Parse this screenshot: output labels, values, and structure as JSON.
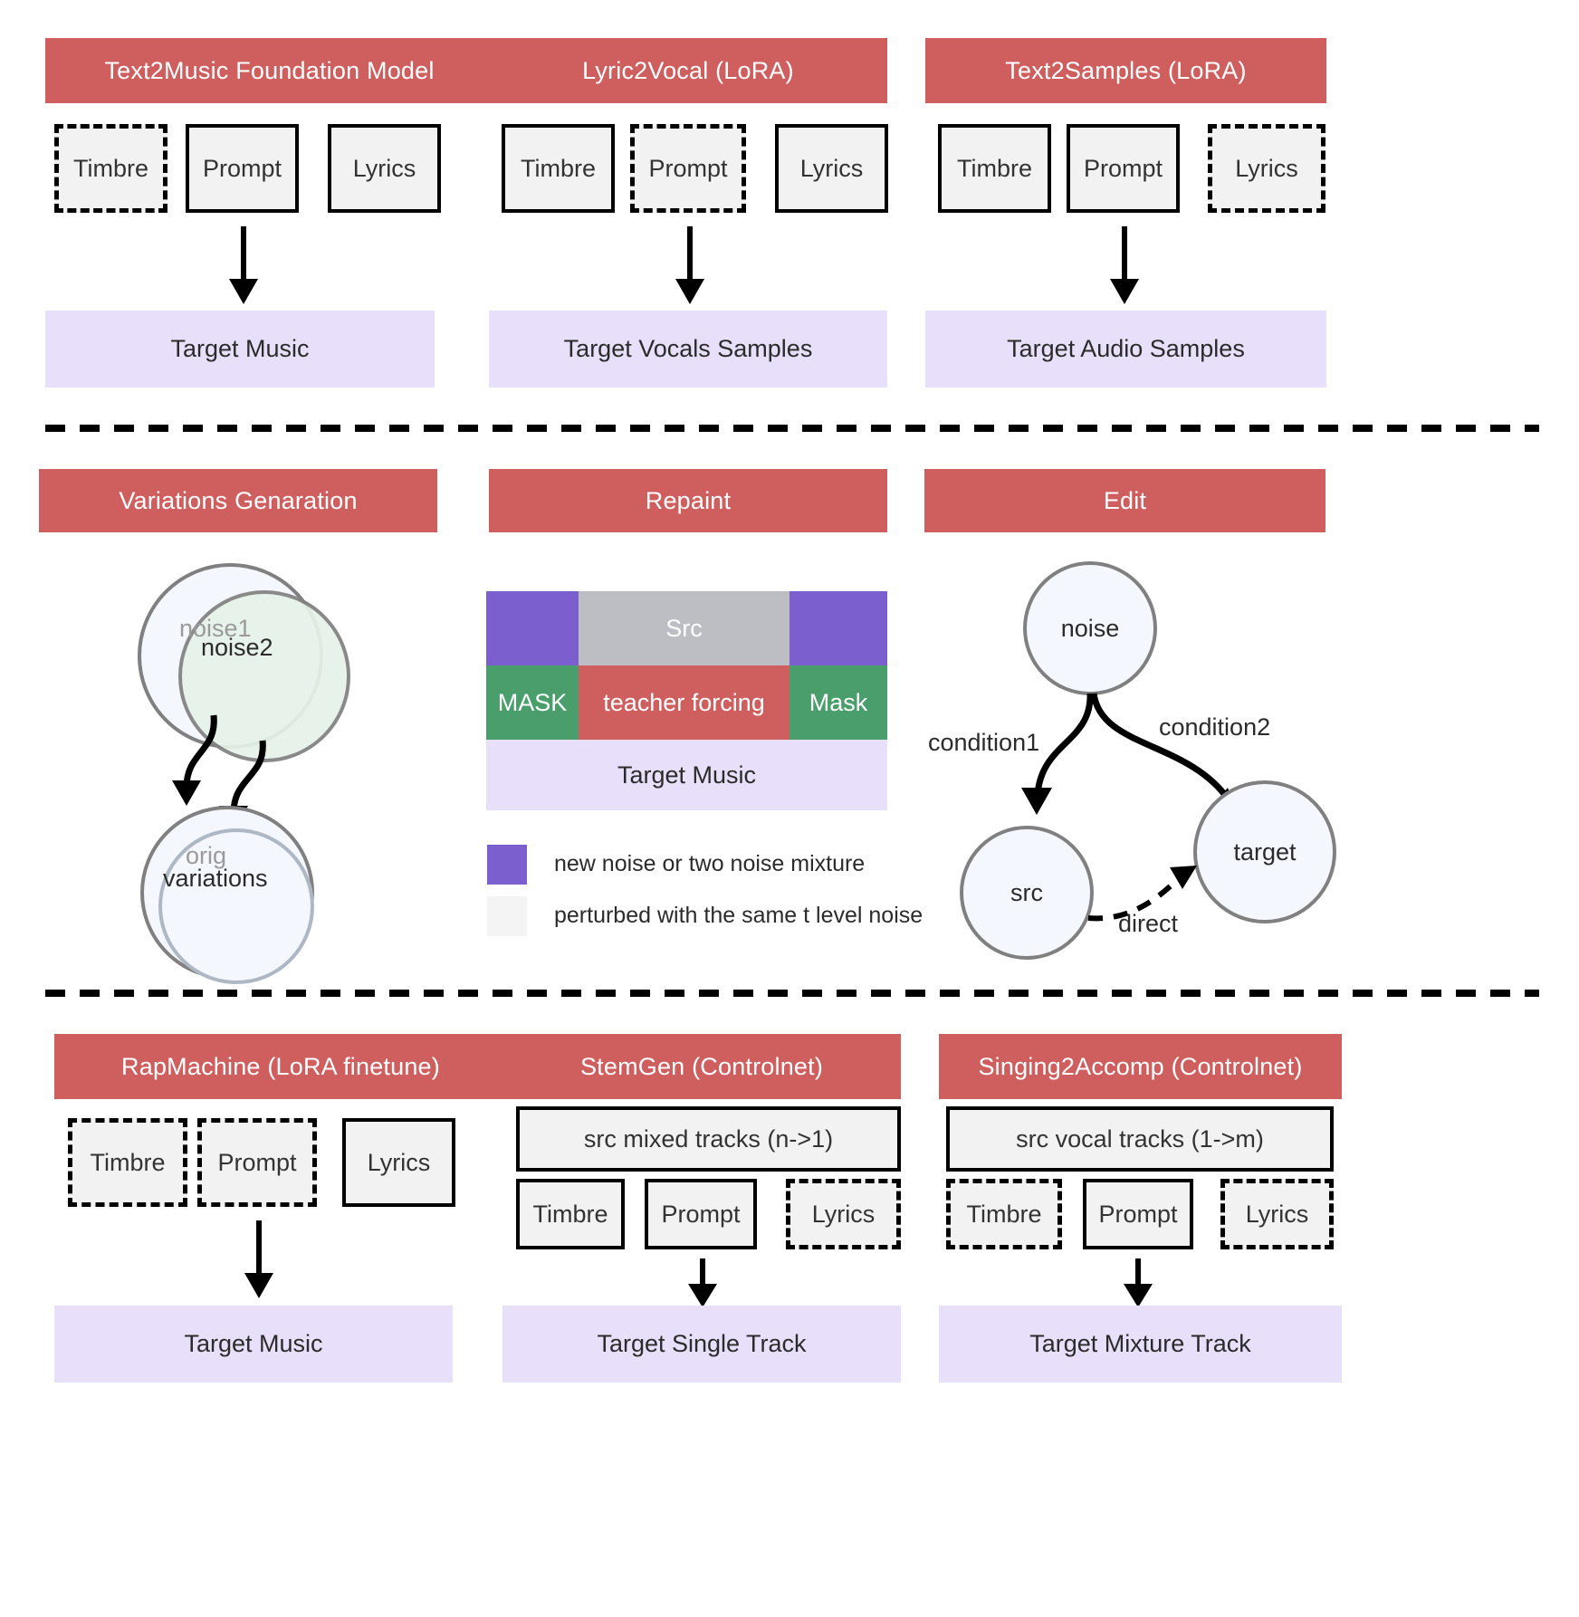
{
  "sections": {
    "text2music": {
      "title": "Text2Music Foundation Model",
      "inputs": [
        {
          "label": "Timbre",
          "style": "dashed"
        },
        {
          "label": "Prompt",
          "style": "solid"
        },
        {
          "label": "Lyrics",
          "style": "solid"
        }
      ],
      "target": "Target Music"
    },
    "lyric2vocal": {
      "title": "Lyric2Vocal (LoRA)",
      "inputs": [
        {
          "label": "Timbre",
          "style": "solid"
        },
        {
          "label": "Prompt",
          "style": "dashed"
        },
        {
          "label": "Lyrics",
          "style": "solid"
        }
      ],
      "target": "Target Vocals Samples"
    },
    "text2samples": {
      "title": "Text2Samples (LoRA)",
      "inputs": [
        {
          "label": "Timbre",
          "style": "solid"
        },
        {
          "label": "Prompt",
          "style": "solid"
        },
        {
          "label": "Lyrics",
          "style": "dashed"
        }
      ],
      "target": "Target Audio Samples"
    },
    "variations": {
      "title": "Variations Genaration",
      "circle_noise1": "noise1",
      "circle_noise2": "noise2",
      "circle_orig": "orig",
      "circle_variations": "variations"
    },
    "repaint": {
      "title": "Repaint",
      "row1": [
        "",
        "Src",
        ""
      ],
      "row2": [
        "MASK",
        "teacher forcing",
        "Mask"
      ],
      "target": "Target Music",
      "legend": [
        {
          "color": "#7b5fcf",
          "text": "new noise or two noise mixture"
        },
        {
          "color": "#f2f2f2",
          "text": "perturbed with the same t level noise"
        }
      ]
    },
    "edit": {
      "title": "Edit",
      "node_noise": "noise",
      "node_src": "src",
      "node_target": "target",
      "edge_condition1": "condition1",
      "edge_condition2": "condition2",
      "edge_direct": "direct"
    },
    "rapmachine": {
      "title": "RapMachine (LoRA finetune)",
      "inputs": [
        {
          "label": "Timbre",
          "style": "dashed"
        },
        {
          "label": "Prompt",
          "style": "dashed"
        },
        {
          "label": "Lyrics",
          "style": "solid"
        }
      ],
      "target": "Target Music"
    },
    "stemgen": {
      "title": "StemGen (Controlnet)",
      "src_track": "src mixed tracks (n->1)",
      "inputs": [
        {
          "label": "Timbre",
          "style": "solid"
        },
        {
          "label": "Prompt",
          "style": "solid"
        },
        {
          "label": "Lyrics",
          "style": "dashed"
        }
      ],
      "target": "Target Single Track"
    },
    "singing2accomp": {
      "title": "Singing2Accomp (Controlnet)",
      "src_track": "src vocal tracks (1->m)",
      "inputs": [
        {
          "label": "Timbre",
          "style": "dashed"
        },
        {
          "label": "Prompt",
          "style": "solid"
        },
        {
          "label": "Lyrics",
          "style": "dashed"
        }
      ],
      "target": "Target Mixture Track"
    }
  },
  "colors": {
    "header_red": "#cf5f5f",
    "target_purple": "#e8e0fa",
    "box_gray": "#f2f2f2",
    "mask_green": "#4a9e6b",
    "noise_purple": "#7b5fcf",
    "src_gray": "#bcbec4",
    "teacher_red": "#cf5f5f",
    "circle_stroke": "#808080",
    "circle_blue": "#f4f7fd",
    "circle_green": "#e6f3e9"
  }
}
